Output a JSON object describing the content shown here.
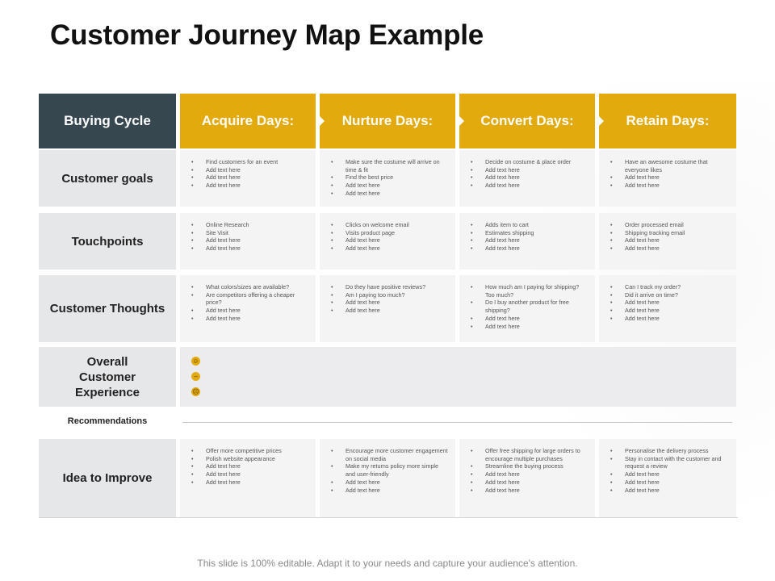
{
  "title": "Customer Journey Map Example",
  "header": {
    "corner": "Buying Cycle",
    "stages": [
      "Acquire Days:",
      "Nurture Days:",
      "Convert Days:",
      "Retain Days:"
    ]
  },
  "rows": {
    "goals": {
      "label": "Customer goals",
      "cells": [
        [
          "Find customers for an event",
          "Add text here",
          "Add text here",
          "Add text here"
        ],
        [
          "Make sure the costume will arrive on time & fit",
          "Find the best price",
          "Add text here",
          "Add text here"
        ],
        [
          "Decide on costume & place order",
          "Add text here",
          "Add text here",
          "Add text here"
        ],
        [
          "Have an awesome costume that everyone likes",
          "Add text here",
          "Add text here"
        ]
      ]
    },
    "touch": {
      "label": "Touchpoints",
      "cells": [
        [
          "Online Research",
          "Site Visit",
          "Add text here",
          "Add text here"
        ],
        [
          "Clicks on welcome email",
          "Visits product page",
          "Add text here",
          "Add text here"
        ],
        [
          "Adds item to cart",
          "Estimates shipping",
          "Add text here",
          "Add text here"
        ],
        [
          "Order processed email",
          "Shipping tracking email",
          "Add text here",
          "Add text here"
        ]
      ]
    },
    "thoughts": {
      "label": "Customer Thoughts",
      "cells": [
        [
          "What colors/sizes are available?",
          "Are competitors offering a cheaper price?",
          "Add text here",
          "Add text here"
        ],
        [
          "Do they have positive reviews?",
          "Am I paying too much?",
          "Add text here",
          "Add text here"
        ],
        [
          "How much am I paying for shipping? Too much?",
          "Do I buy another product for free shipping?",
          "Add text here",
          "Add text here"
        ],
        [
          "Can I track my order?",
          "Did it arrive on time?",
          "Add text here",
          "Add text here",
          "Add text here"
        ]
      ]
    },
    "experience": {
      "label": "Overall Customer Experience"
    },
    "improve": {
      "label": "Idea to Improve",
      "cells": [
        [
          "Offer more competitive prices",
          "Polish website appearance",
          "Add text here",
          "Add text here",
          "Add text here"
        ],
        [
          "Encourage more customer engagement on social media",
          "Make my returns policy more simple and user-friendly",
          "Add text here",
          "Add text here"
        ],
        [
          "Offer free shipping for large orders to encourage multiple purchases",
          "Streamline the buying process",
          "Add text here",
          "Add text here",
          "Add text here"
        ],
        [
          "Personalise the delivery process",
          "Stay in contact with the customer and request a review",
          "Add text here",
          "Add text here",
          "Add text here"
        ]
      ]
    }
  },
  "recommendations_label": "Recommendations",
  "emojis": [
    "happy-face-icon",
    "neutral-face-icon",
    "sad-face-icon"
  ],
  "colors": {
    "header_dark": "#37474f",
    "header_gold": "#e3aa0d",
    "label_bg": "#e6e7e9",
    "cell_bg": "#f4f4f5"
  },
  "footer": "This slide is 100% editable. Adapt it to your needs and capture your audience's attention."
}
